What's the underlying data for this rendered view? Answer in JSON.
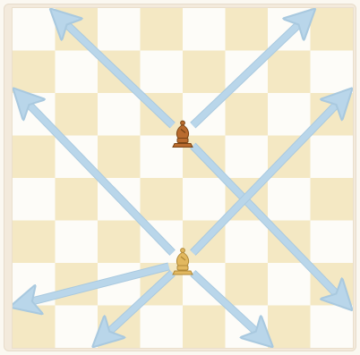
{
  "board": {
    "files": 8,
    "ranks": 8,
    "light_square_color": "#fdfcf8",
    "dark_square_color": "#f4e8c3",
    "arrow_color": "#b9d6ea",
    "arrow_stroke_color": "#a9c9df"
  },
  "pieces": [
    {
      "name": "brown-bishop",
      "type": "bishop",
      "color": "#b96b2e",
      "file": 4,
      "rank": 5
    },
    {
      "name": "gold-bishop",
      "type": "bishop",
      "color": "#e2b85f",
      "file": 4,
      "rank": 2
    }
  ],
  "moves": [
    {
      "from": [
        4,
        5
      ],
      "to": [
        1,
        8
      ]
    },
    {
      "from": [
        4,
        5
      ],
      "to": [
        7,
        8
      ]
    },
    {
      "from": [
        4,
        5
      ],
      "to": [
        8,
        1
      ]
    },
    {
      "from": [
        4,
        2
      ],
      "to": [
        0,
        6
      ]
    },
    {
      "from": [
        4,
        2
      ],
      "to": [
        8,
        6
      ]
    },
    {
      "from": [
        4,
        2
      ],
      "to": [
        0,
        1
      ]
    },
    {
      "from": [
        4,
        2
      ],
      "to": [
        2,
        0
      ]
    },
    {
      "from": [
        4,
        2
      ],
      "to": [
        6,
        0
      ]
    }
  ]
}
